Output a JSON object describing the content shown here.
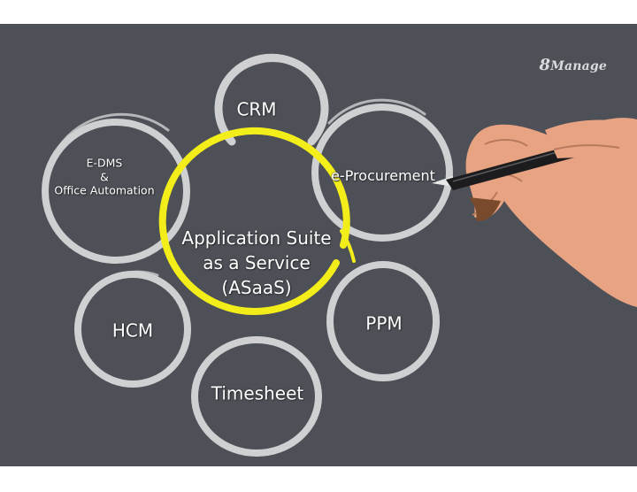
{
  "brand": {
    "prefix": "8",
    "name": "Manage"
  },
  "center": {
    "line1": "Application Suite",
    "line2": "as a Service",
    "line3": "(ASaaS)"
  },
  "modules": {
    "crm": "CRM",
    "edms_line1": "E-DMS",
    "edms_line2": "&",
    "edms_line3": "Office Automation",
    "eprocurement": "e-Procurement",
    "ppm": "PPM",
    "hcm": "HCM",
    "timesheet": "Timesheet"
  },
  "colors": {
    "board": "#4d5056",
    "ring": "#cfd0d2",
    "center_ring": "#f3ee19",
    "skin": "#e8a382",
    "pen": "#1c1c1e"
  }
}
